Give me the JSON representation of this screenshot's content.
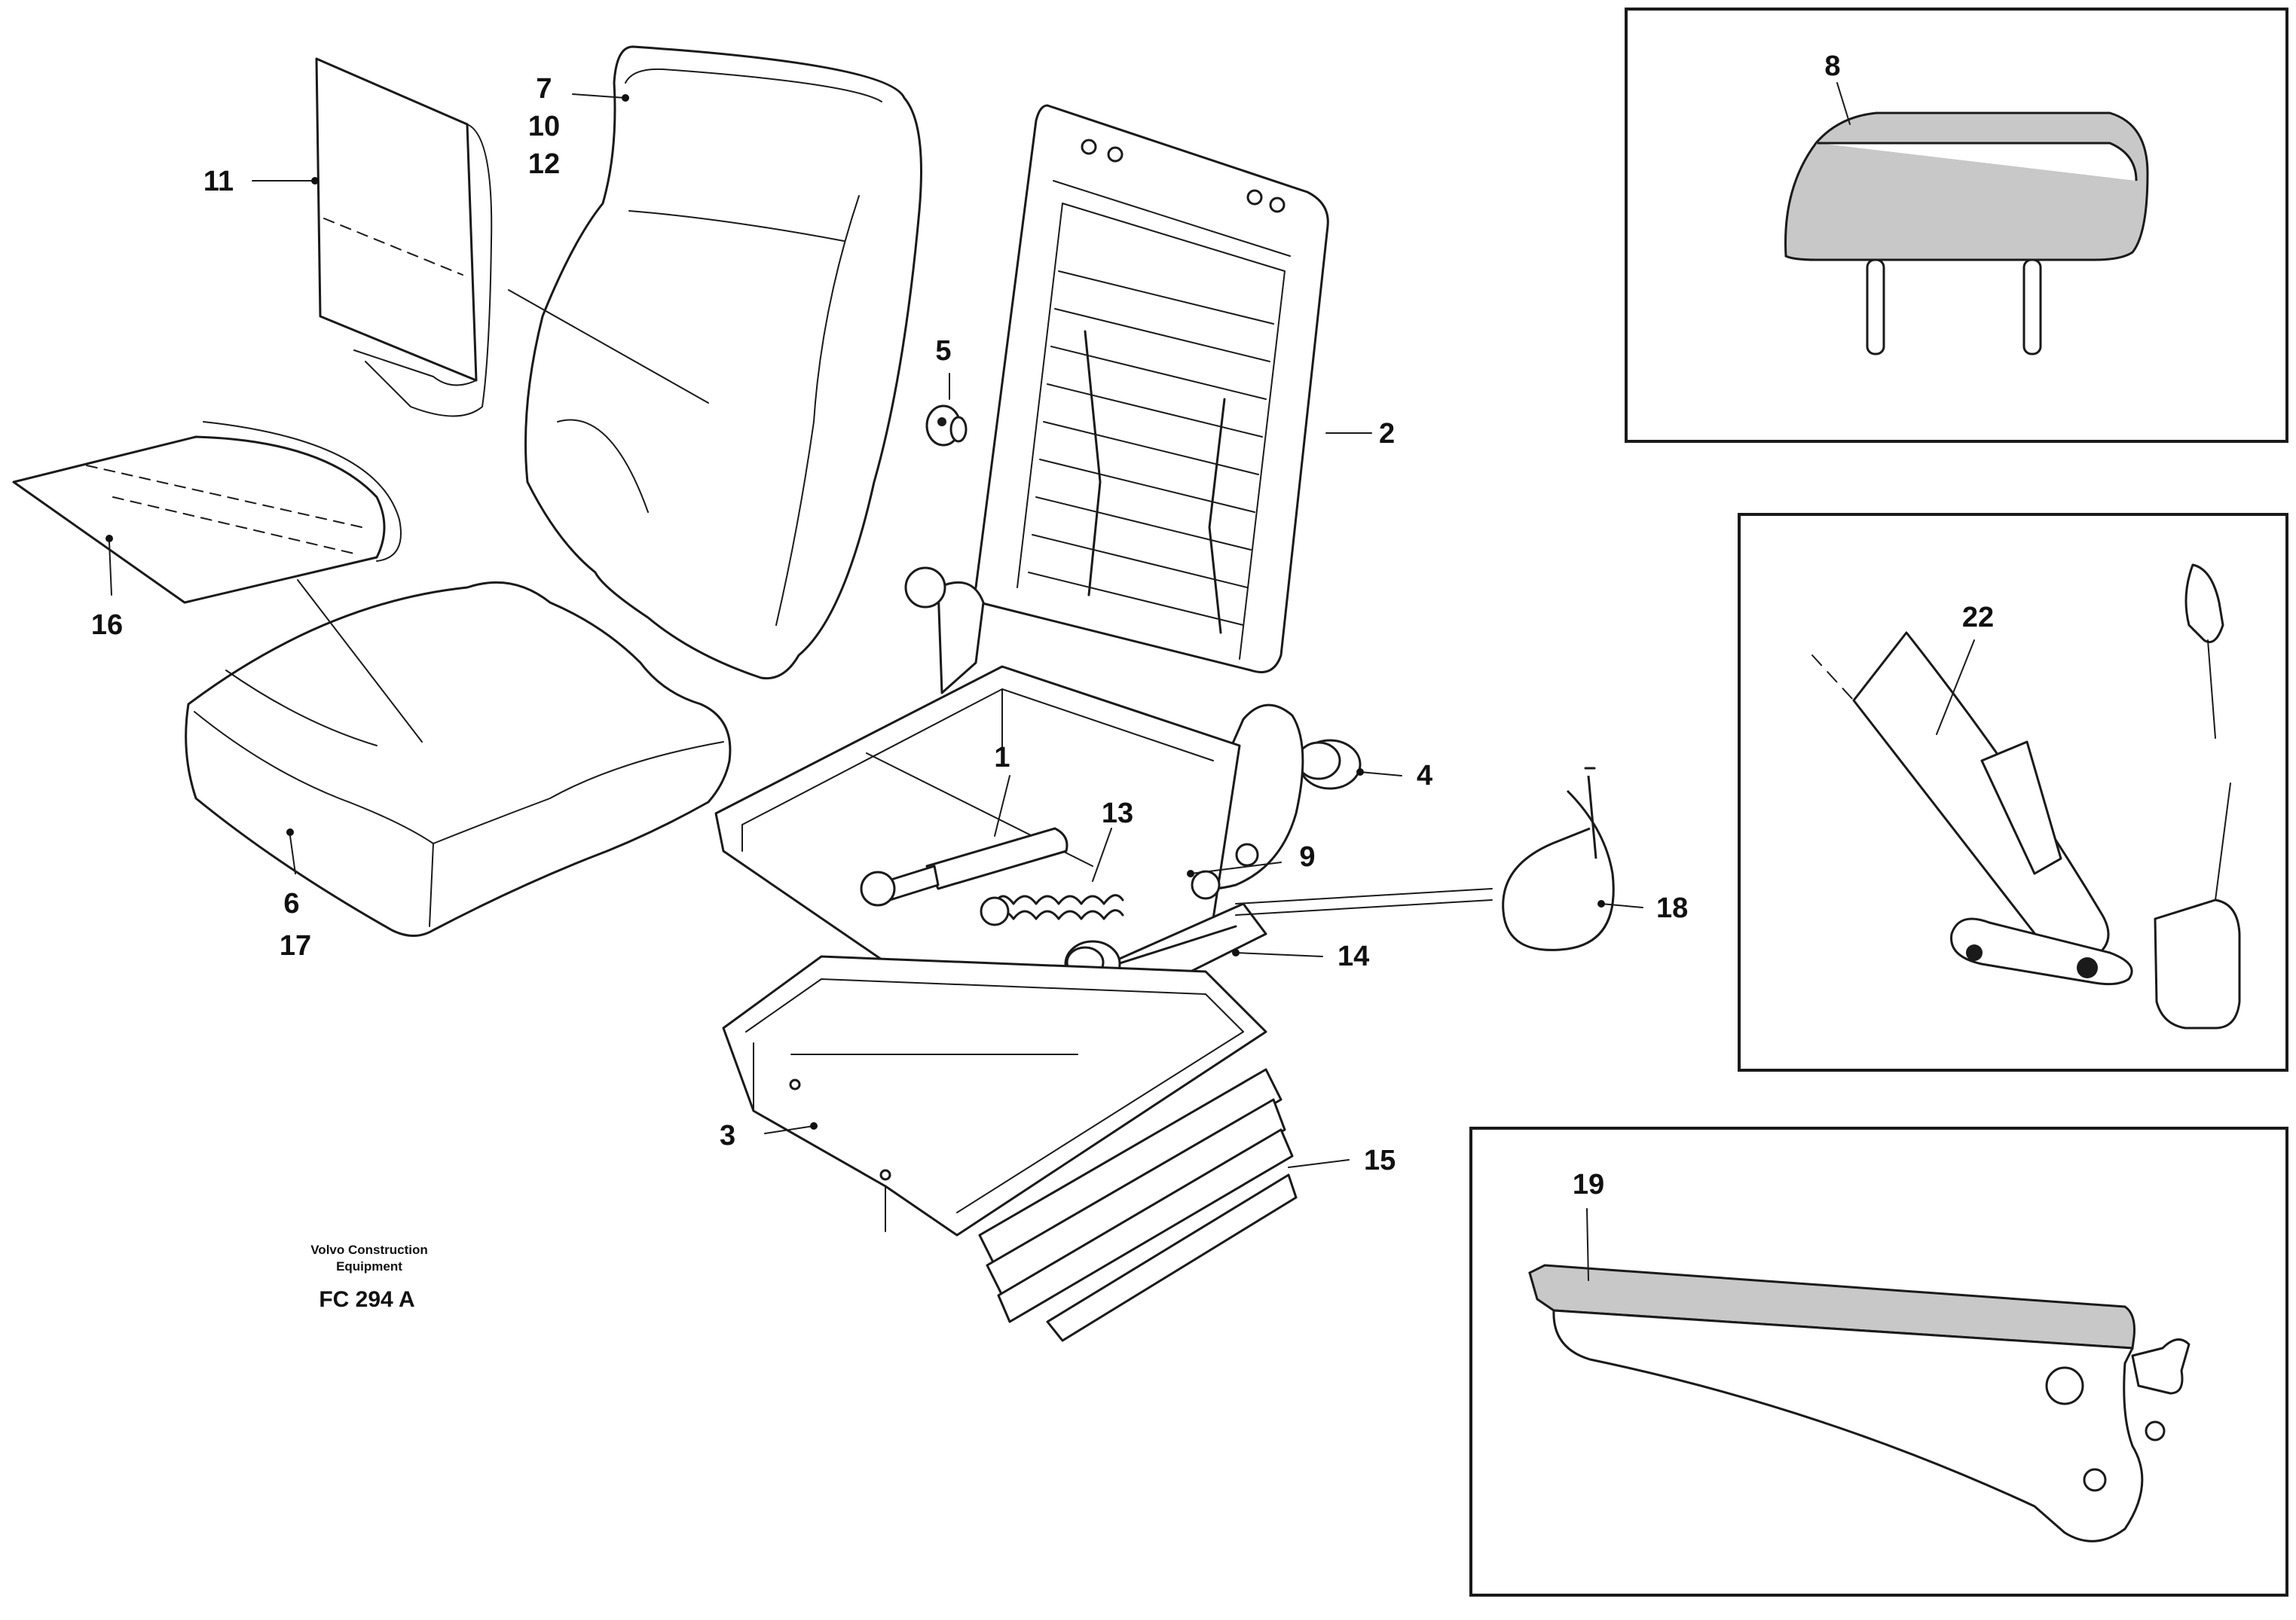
{
  "drawing": {
    "caption_line1": "Volvo Construction",
    "caption_line2": "Equipment",
    "figure_code": "FC 294 A"
  },
  "callouts": {
    "c1": "1",
    "c2": "2",
    "c3": "3",
    "c4": "4",
    "c5": "5",
    "c6": "6",
    "c7": "7",
    "c8": "8",
    "c9": "9",
    "c10": "10",
    "c11": "11",
    "c12": "12",
    "c13": "13",
    "c14": "14",
    "c15": "15",
    "c16": "16",
    "c17": "17",
    "c18": "18",
    "c19": "19",
    "c22": "22"
  }
}
